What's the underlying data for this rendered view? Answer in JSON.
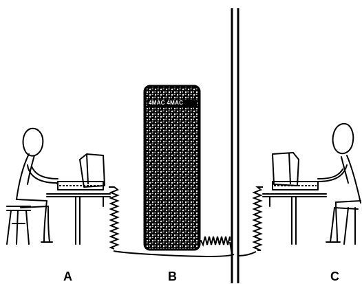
{
  "labels": {
    "a": "A",
    "b": "B",
    "c": "C"
  },
  "machine": {
    "caption": "4MAC 4MAC"
  },
  "icons": {
    "person_left": "person-at-terminal-icon",
    "person_right": "person-at-terminal-icon",
    "computer": "computer-tower-icon",
    "wall": "wall-divider-icon"
  },
  "colors": {
    "stroke": "#000000",
    "background": "#ffffff"
  }
}
